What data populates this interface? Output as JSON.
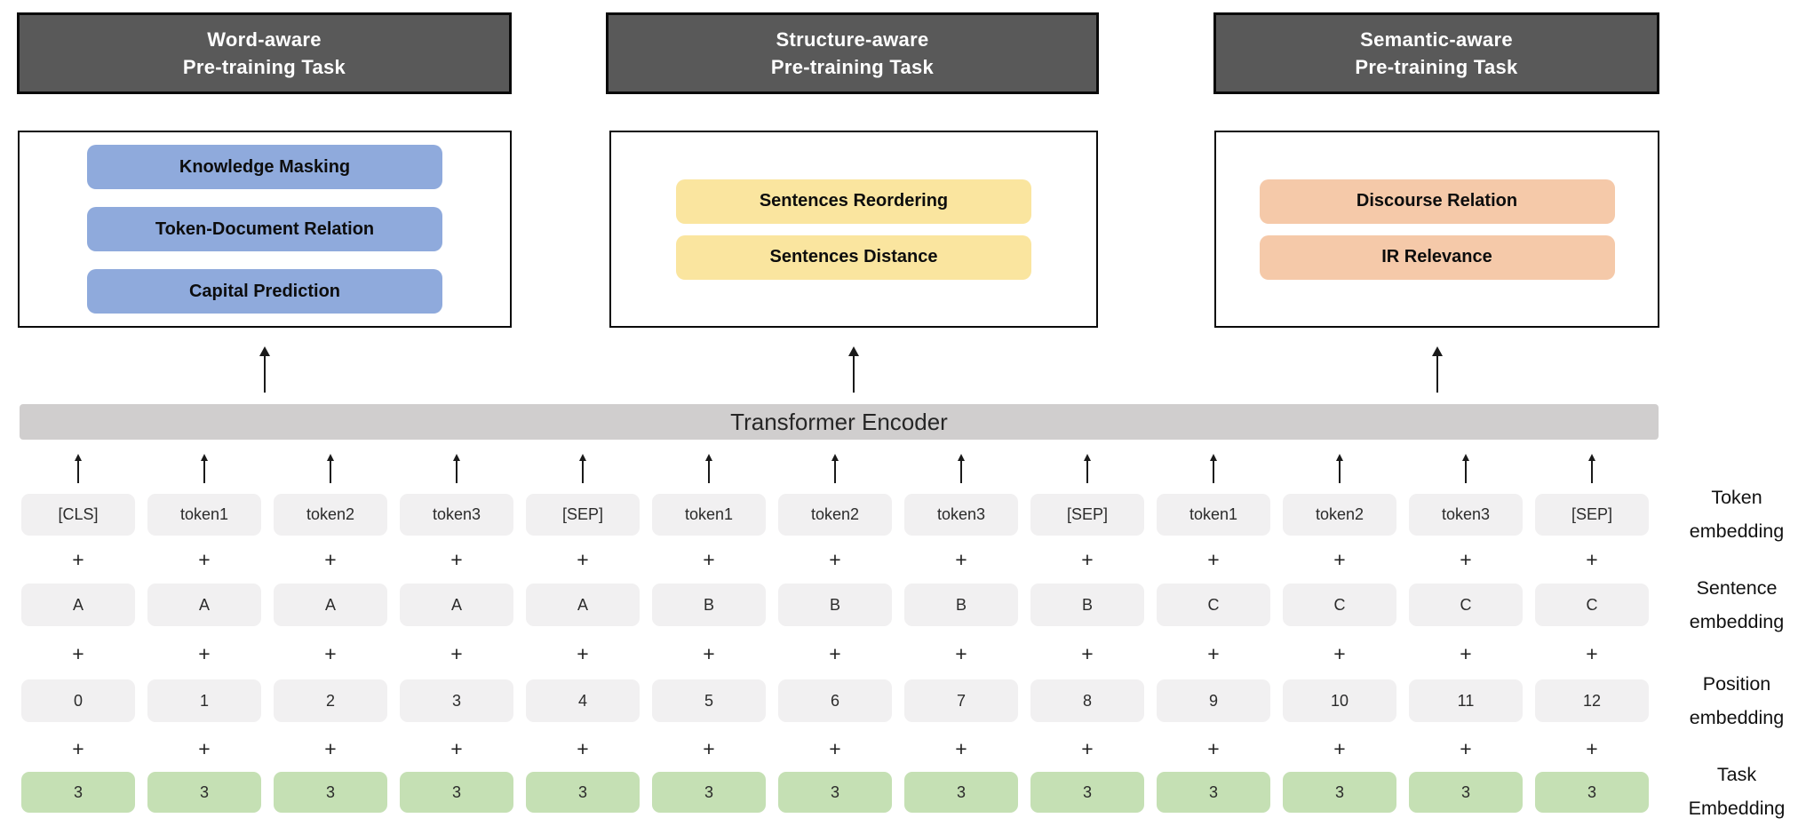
{
  "task_groups": [
    {
      "id": "word-aware",
      "header_line1": "Word-aware",
      "header_line2": "Pre-training Task",
      "header_bg": "#595959",
      "pill_bg": "#8FAADC",
      "tasks": [
        "Knowledge Masking",
        "Token-Document Relation",
        "Capital Prediction"
      ]
    },
    {
      "id": "structure-aware",
      "header_line1": "Structure-aware",
      "header_line2": "Pre-training Task",
      "header_bg": "#595959",
      "pill_bg": "#FAE59F",
      "tasks": [
        "Sentences Reordering",
        "Sentences Distance"
      ]
    },
    {
      "id": "semantic-aware",
      "header_line1": "Semantic-aware",
      "header_line2": "Pre-training Task",
      "header_bg": "#595959",
      "pill_bg": "#F5C9A9",
      "tasks": [
        "Discourse Relation",
        "IR Relevance"
      ]
    }
  ],
  "encoder": {
    "label": "Transformer Encoder",
    "bg": "#D0CECE"
  },
  "plus_symbol": "+",
  "embedding_rows": [
    {
      "id": "token",
      "label_line1": "Token",
      "label_line2": "embedding",
      "cell_bg": "#F1F0F1",
      "cells": [
        "[CLS]",
        "token1",
        "token2",
        "token3",
        "[SEP]",
        "token1",
        "token2",
        "token3",
        "[SEP]",
        "token1",
        "token2",
        "token3",
        "[SEP]"
      ]
    },
    {
      "id": "sentence",
      "label_line1": "Sentence",
      "label_line2": "embedding",
      "cell_bg": "#F1F0F1",
      "cells": [
        "A",
        "A",
        "A",
        "A",
        "A",
        "B",
        "B",
        "B",
        "B",
        "C",
        "C",
        "C",
        "C"
      ]
    },
    {
      "id": "position",
      "label_line1": "Position",
      "label_line2": "embedding",
      "cell_bg": "#F1F0F1",
      "cells": [
        "0",
        "1",
        "2",
        "3",
        "4",
        "5",
        "6",
        "7",
        "8",
        "9",
        "10",
        "11",
        "12"
      ]
    },
    {
      "id": "task",
      "label_line1": "Task",
      "label_line2": "Embedding",
      "cell_bg": "#C5E0B4",
      "cells": [
        "3",
        "3",
        "3",
        "3",
        "3",
        "3",
        "3",
        "3",
        "3",
        "3",
        "3",
        "3",
        "3"
      ]
    }
  ]
}
